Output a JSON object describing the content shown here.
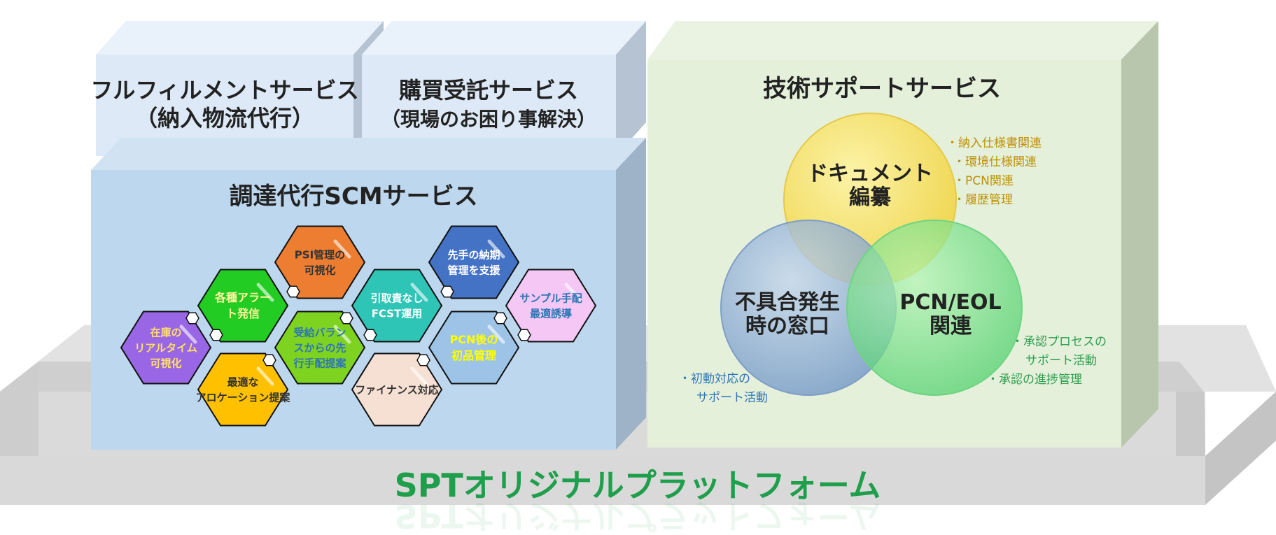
{
  "colors": {
    "fulfillment_face": "#dde9f6",
    "scm_face": "#bdd7ee",
    "tech_face": "#e4f0da",
    "platform_face": "#d9d9d9",
    "platform_text": "#1f9e4c",
    "annot_gold": "#bf9000",
    "annot_green": "#2e9e4f",
    "annot_blue": "#2e75b6"
  },
  "fulfillment": {
    "line1": "フルフィルメントサービス",
    "line2": "（納入物流代行）"
  },
  "purchasing": {
    "line1": "購買受託サービス",
    "line2": "（現場のお困り事解決）"
  },
  "scm": {
    "title": "調達代行SCMサービス",
    "hexes": [
      {
        "name": "hex-inventory-visualization",
        "lines": [
          "在庫の",
          "リアルタイム",
          "可視化"
        ],
        "fill": "#9966e6",
        "text": "#ffe066"
      },
      {
        "name": "hex-alerts",
        "lines": [
          "各種アラー",
          "ト発信"
        ],
        "fill": "#22cc22",
        "text": "#fff7a0"
      },
      {
        "name": "hex-optimal-allocation",
        "lines": [
          "最適な",
          "アロケーション提案"
        ],
        "fill": "#ffc000",
        "text": "#333333"
      },
      {
        "name": "hex-psi-visualization",
        "lines": [
          "PSI管理の",
          "可視化"
        ],
        "fill": "#ed7d31",
        "text": "#333333"
      },
      {
        "name": "hex-supply-demand",
        "lines": [
          "受給バラン",
          "スからの先",
          "行手配提案"
        ],
        "fill": "#7ed321",
        "text": "#2e75b6"
      },
      {
        "name": "hex-fcst",
        "lines": [
          "引取責なし",
          "FCST運用"
        ],
        "fill": "#2ec4b6",
        "text": "#ffffff"
      },
      {
        "name": "hex-finance",
        "lines": [
          "ファイナンス対応"
        ],
        "fill": "#f6e0d4",
        "text": "#333333"
      },
      {
        "name": "hex-delivery-support",
        "lines": [
          "先手の納期",
          "管理を支援"
        ],
        "fill": "#4472c4",
        "text": "#ffffff"
      },
      {
        "name": "hex-pcn-initial",
        "lines": [
          "PCN後の",
          "初品管理"
        ],
        "fill": "#9dc3e6",
        "text": "#ffff00"
      },
      {
        "name": "hex-sample",
        "lines": [
          "サンプル手配",
          "最適誘導"
        ],
        "fill": "#f4c7f4",
        "text": "#2e75b6"
      }
    ]
  },
  "tech": {
    "title": "技術サポートサービス",
    "circles": [
      {
        "name": "circle-document",
        "lines": [
          "ドキュメント",
          "編纂"
        ]
      },
      {
        "name": "circle-defect-window",
        "lines": [
          "不具合発生",
          "時の窓口"
        ]
      },
      {
        "name": "circle-pcn-eol",
        "lines": [
          "PCN/EOL",
          "関連"
        ]
      }
    ],
    "annot_document": [
      "・納入仕様書関連",
      "・環境仕様関連",
      "・PCN関連",
      "・履歴管理"
    ],
    "annot_pcn": [
      "・承認プロセスの",
      "サポート活動",
      "・承認の進捗管理"
    ],
    "annot_defect": [
      "・初動対応の",
      "サポート活動"
    ]
  },
  "platform": {
    "label": "SPTオリジナルプラットフォーム"
  }
}
